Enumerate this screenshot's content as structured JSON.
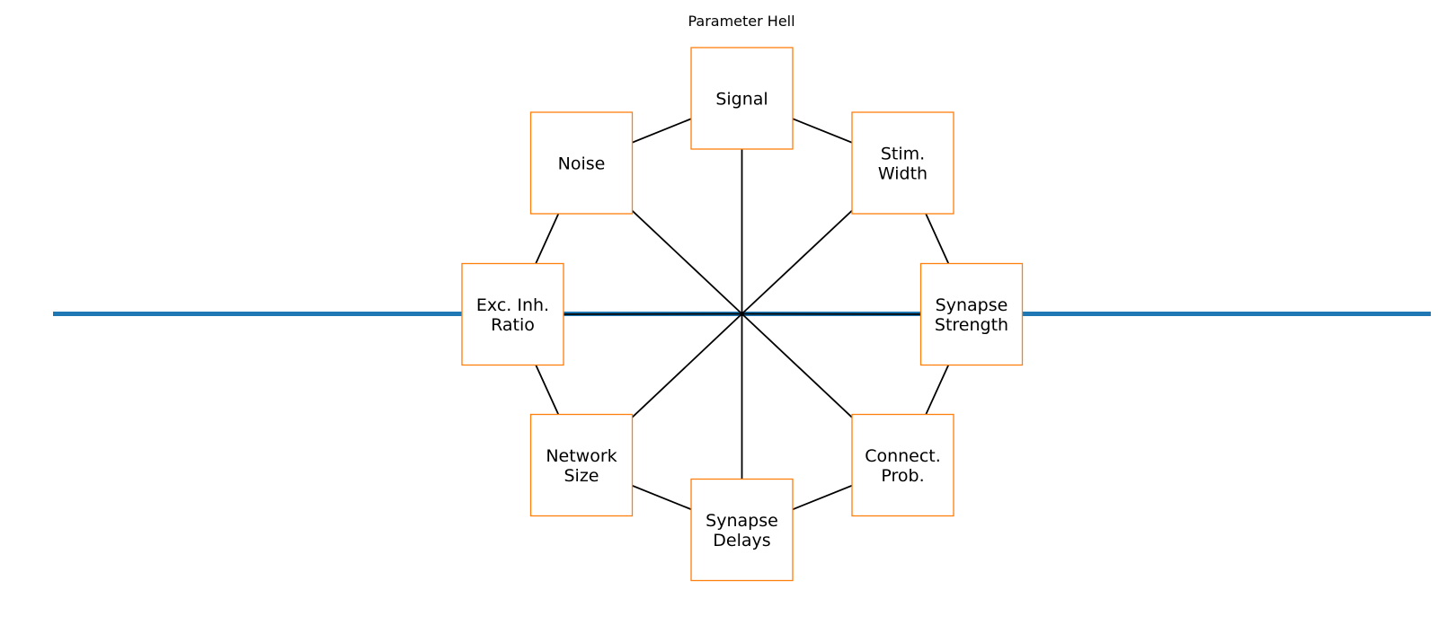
{
  "title": "Parameter Hell",
  "colors": {
    "axis_line": "#1f77b4",
    "node_border": "#ff7f0e",
    "edges": "#000000",
    "background": "#ffffff"
  },
  "nodes": [
    {
      "id": "signal",
      "lines": [
        "Signal"
      ]
    },
    {
      "id": "stim-width",
      "lines": [
        "Stim.",
        "Width"
      ]
    },
    {
      "id": "synapse-strength",
      "lines": [
        "Synapse",
        "Strength"
      ]
    },
    {
      "id": "connect-prob",
      "lines": [
        "Connect.",
        "Prob."
      ]
    },
    {
      "id": "synapse-delays",
      "lines": [
        "Synapse",
        "Delays"
      ]
    },
    {
      "id": "network-size",
      "lines": [
        "Network",
        "Size"
      ]
    },
    {
      "id": "exc-inh-ratio",
      "lines": [
        "Exc. Inh.",
        "Ratio"
      ]
    },
    {
      "id": "noise",
      "lines": [
        "Noise"
      ]
    }
  ]
}
